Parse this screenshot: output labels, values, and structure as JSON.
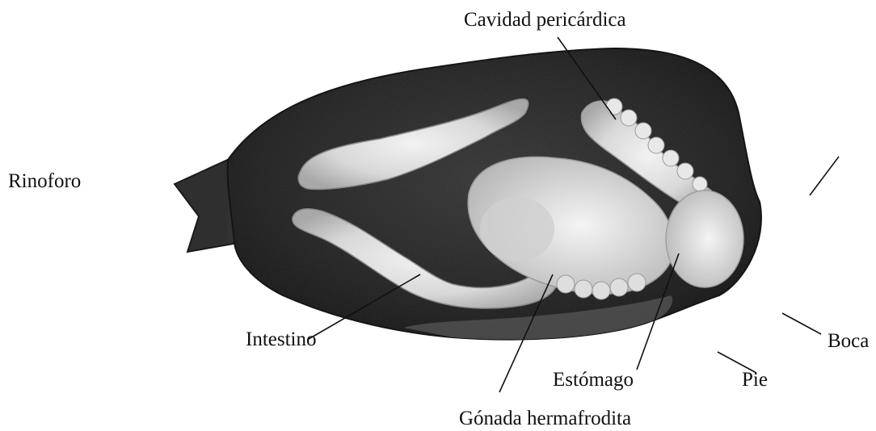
{
  "figure": {
    "labels": {
      "cavidad_pericardica": "Cavidad pericárdica",
      "rinoforo": "Rinoforo",
      "intestino": "Intestino",
      "boca": "Boca",
      "estomago": "Estómago",
      "pie": "Pie",
      "gonada_hermafrodita": "Gónada hermafrodita"
    },
    "colors": {
      "background": "#ffffff",
      "body_dark": "#2b2b2b",
      "organ_light": "#d9d9d9",
      "text": "#111111"
    }
  }
}
